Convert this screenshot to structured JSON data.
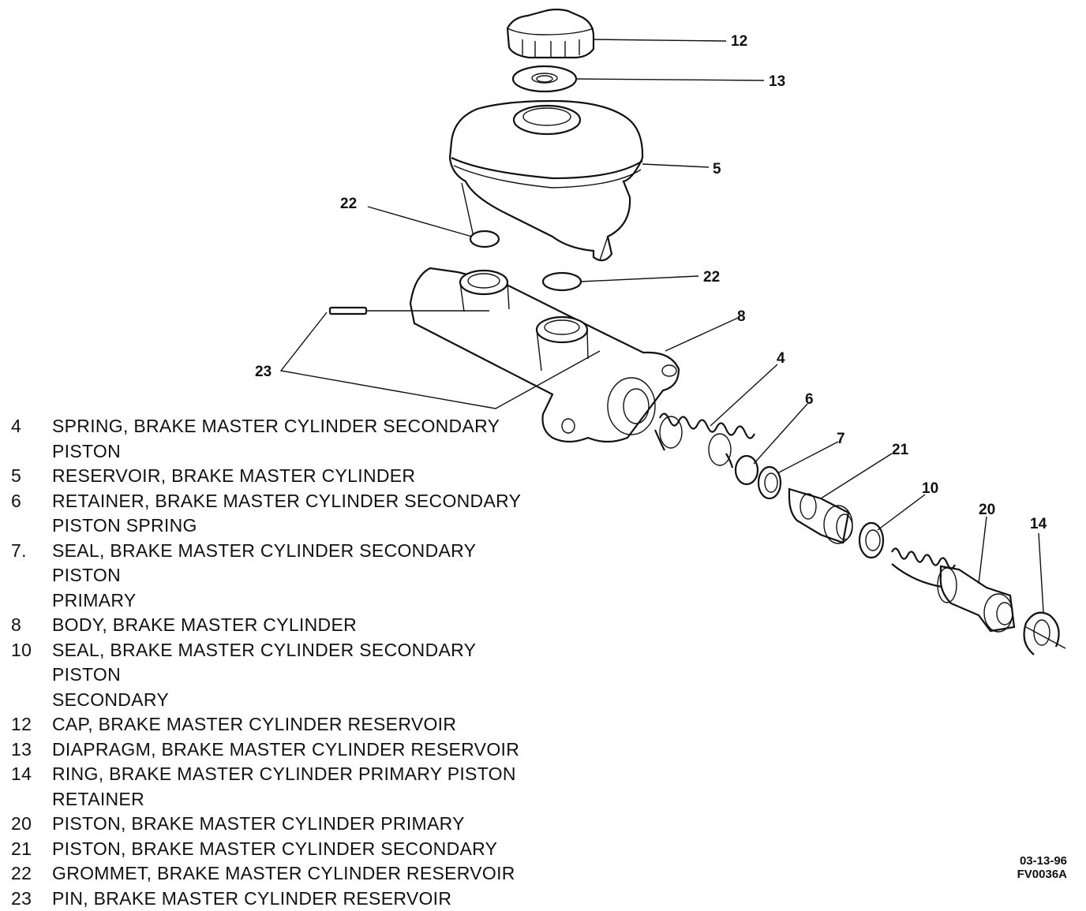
{
  "callouts": [
    {
      "id": "12",
      "label": "12"
    },
    {
      "id": "13",
      "label": "13"
    },
    {
      "id": "5",
      "label": "5"
    },
    {
      "id": "22a",
      "label": "22"
    },
    {
      "id": "22b",
      "label": "22"
    },
    {
      "id": "8",
      "label": "8"
    },
    {
      "id": "23",
      "label": "23"
    },
    {
      "id": "4",
      "label": "4"
    },
    {
      "id": "6",
      "label": "6"
    },
    {
      "id": "7",
      "label": "7"
    },
    {
      "id": "21",
      "label": "21"
    },
    {
      "id": "10",
      "label": "10"
    },
    {
      "id": "20",
      "label": "20"
    },
    {
      "id": "14",
      "label": "14"
    }
  ],
  "legend": [
    {
      "num": "4",
      "text": "SPRING, BRAKE MASTER CYLINDER SECONDARY",
      "cont": "PISTON"
    },
    {
      "num": "5",
      "text": "RESERVOIR, BRAKE MASTER CYLINDER",
      "cont": ""
    },
    {
      "num": "6",
      "text": "RETAINER, BRAKE MASTER CYLINDER SECONDARY",
      "cont": "PISTON SPRING"
    },
    {
      "num": "7.",
      "text": "SEAL, BRAKE MASTER CYLINDER SECONDARY PISTON",
      "cont": "PRIMARY"
    },
    {
      "num": "8",
      "text": "BODY, BRAKE MASTER CYLINDER",
      "cont": ""
    },
    {
      "num": "10",
      "text": "SEAL, BRAKE MASTER CYLINDER SECONDARY PISTON",
      "cont": "SECONDARY"
    },
    {
      "num": "12",
      "text": "CAP, BRAKE MASTER CYLINDER RESERVOIR",
      "cont": ""
    },
    {
      "num": "13",
      "text": "DIAPRAGM, BRAKE MASTER CYLINDER RESERVOIR",
      "cont": ""
    },
    {
      "num": "14",
      "text": "RING, BRAKE MASTER CYLINDER PRIMARY PISTON",
      "cont": "RETAINER"
    },
    {
      "num": "20",
      "text": "PISTON, BRAKE MASTER CYLINDER PRIMARY",
      "cont": ""
    },
    {
      "num": "21",
      "text": "PISTON, BRAKE MASTER CYLINDER SECONDARY",
      "cont": ""
    },
    {
      "num": "22",
      "text": "GROMMET, BRAKE MASTER CYLINDER RESERVOIR",
      "cont": ""
    },
    {
      "num": "23",
      "text": "PIN, BRAKE MASTER CYLINDER RESERVOIR",
      "cont": ""
    }
  ],
  "stamp": {
    "date": "03-13-96",
    "code": "FV0036A"
  }
}
